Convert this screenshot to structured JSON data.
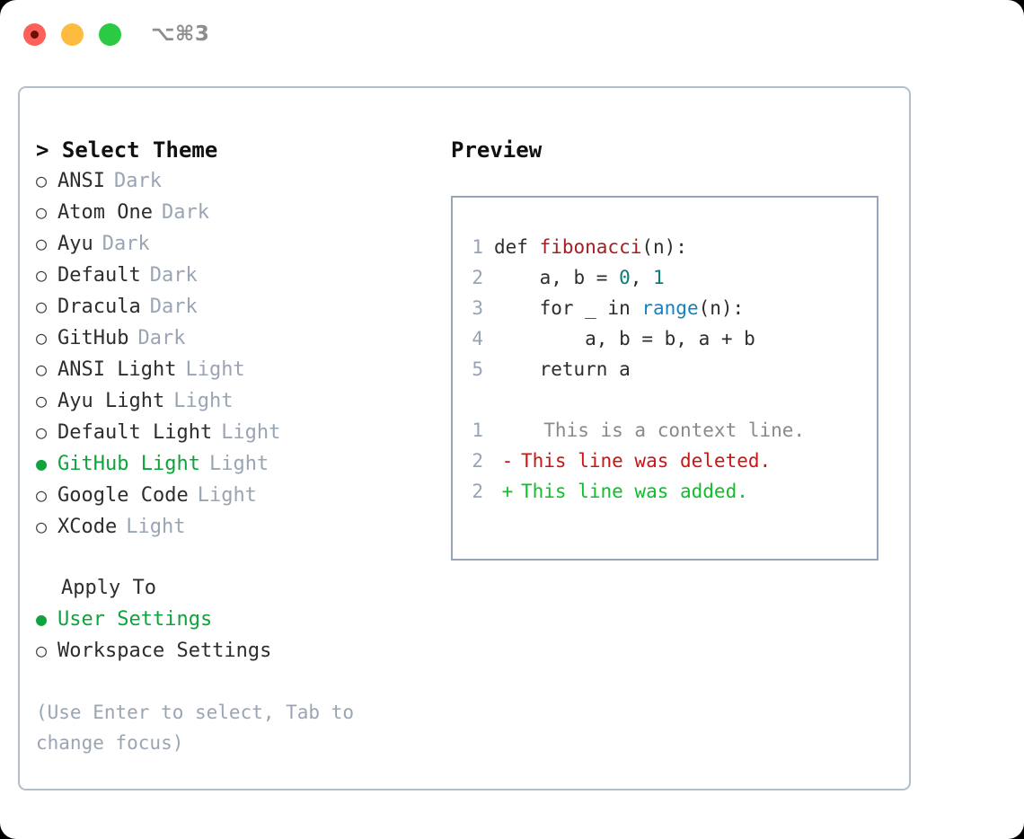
{
  "window": {
    "shortcut_title": "⌥⌘3",
    "traffic_lights": [
      {
        "name": "close",
        "color": "#fc6058"
      },
      {
        "name": "minimize",
        "color": "#fdbc40"
      },
      {
        "name": "zoom",
        "color": "#2aca44"
      }
    ]
  },
  "theme_picker": {
    "header": "> Select Theme",
    "options": [
      {
        "bullet": "○",
        "name": "ANSI",
        "tag": "Dark",
        "selected": false
      },
      {
        "bullet": "○",
        "name": "Atom One",
        "tag": "Dark",
        "selected": false
      },
      {
        "bullet": "○",
        "name": "Ayu",
        "tag": "Dark",
        "selected": false
      },
      {
        "bullet": "○",
        "name": "Default",
        "tag": "Dark",
        "selected": false
      },
      {
        "bullet": "○",
        "name": "Dracula",
        "tag": "Dark",
        "selected": false
      },
      {
        "bullet": "○",
        "name": "GitHub",
        "tag": "Dark",
        "selected": false
      },
      {
        "bullet": "○",
        "name": "ANSI Light",
        "tag": "Light",
        "selected": false
      },
      {
        "bullet": "○",
        "name": "Ayu Light",
        "tag": "Light",
        "selected": false
      },
      {
        "bullet": "○",
        "name": "Default Light",
        "tag": "Light",
        "selected": false
      },
      {
        "bullet": "●",
        "name": "GitHub Light",
        "tag": "Light",
        "selected": true
      },
      {
        "bullet": "○",
        "name": "Google Code",
        "tag": "Light",
        "selected": false
      },
      {
        "bullet": "○",
        "name": "XCode",
        "tag": "Light",
        "selected": false
      }
    ]
  },
  "apply_to": {
    "label": "Apply To",
    "options": [
      {
        "bullet": "●",
        "name": "User Settings",
        "selected": true
      },
      {
        "bullet": "○",
        "name": "Workspace Settings",
        "selected": false
      }
    ]
  },
  "hint": "(Use Enter to select, Tab to change focus)",
  "preview": {
    "title": "Preview",
    "code_lines": [
      {
        "ln": "1",
        "tokens": [
          {
            "t": "def ",
            "c": "plain"
          },
          {
            "t": "fibonacci",
            "c": "func"
          },
          {
            "t": "(n):",
            "c": "plain"
          }
        ]
      },
      {
        "ln": "2",
        "tokens": [
          {
            "t": "    a, b = ",
            "c": "plain"
          },
          {
            "t": "0",
            "c": "num"
          },
          {
            "t": ", ",
            "c": "plain"
          },
          {
            "t": "1",
            "c": "num"
          }
        ]
      },
      {
        "ln": "3",
        "tokens": [
          {
            "t": "    for _ in ",
            "c": "plain"
          },
          {
            "t": "range",
            "c": "call"
          },
          {
            "t": "(n):",
            "c": "plain"
          }
        ]
      },
      {
        "ln": "4",
        "tokens": [
          {
            "t": "        a, b = b, a + b",
            "c": "plain"
          }
        ]
      },
      {
        "ln": "5",
        "tokens": [
          {
            "t": "    return a",
            "c": "plain"
          }
        ]
      }
    ],
    "diff_lines": [
      {
        "ln": "1",
        "marker": " ",
        "text": "  This is a context line.",
        "kind": "ctx"
      },
      {
        "ln": "2",
        "marker": "-",
        "text": "This line was deleted.",
        "kind": "del"
      },
      {
        "ln": "2",
        "marker": "+",
        "text": "This line was added.",
        "kind": "add"
      }
    ]
  },
  "colors": {
    "accent_green": "#0fa33c",
    "muted": "#9aa5b4",
    "border": "#b4bdca",
    "preview_border": "#98a5b6",
    "diff_add": "#0fbf2a",
    "diff_del": "#cc1414",
    "syntax_func": "#a71d22",
    "syntax_num": "#0d7b77",
    "syntax_call": "#1183c4"
  }
}
